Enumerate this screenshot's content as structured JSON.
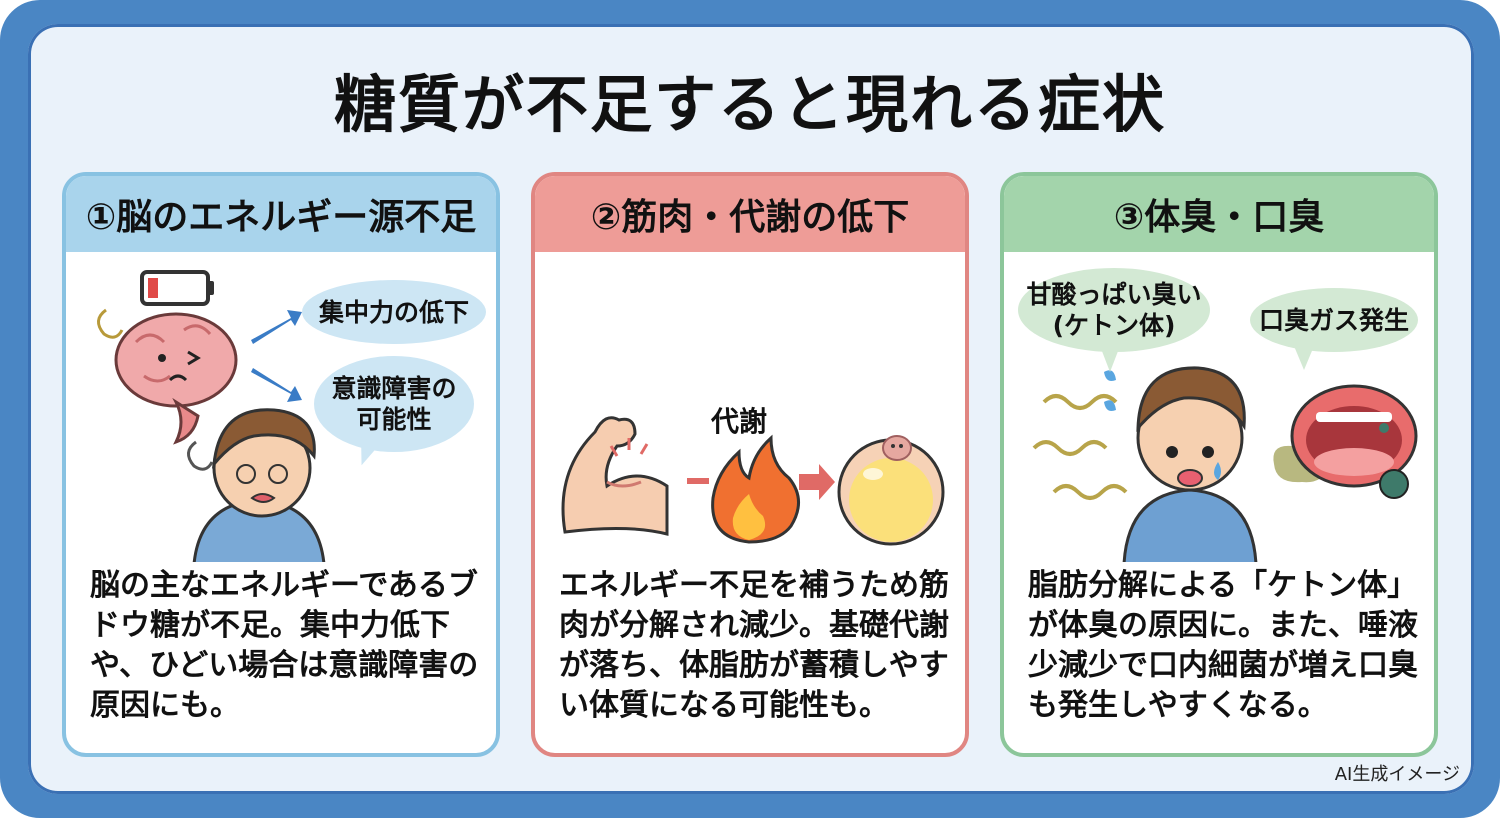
{
  "title": "糖質が不足すると現れる症状",
  "colors": {
    "frame": "#4a86c4",
    "background": "#eaf2fa",
    "card1_accent": "#a9d4ec",
    "card2_accent": "#ee9c97",
    "card3_accent": "#a3d4ab"
  },
  "cards": [
    {
      "heading": "①脳のエネルギー源不足",
      "icons": [
        "battery-low-icon",
        "brain-icon",
        "arrow-icon",
        "dizzy-boy-icon"
      ],
      "bubbles": [
        "集中力の低下",
        "意識障害の\n可能性"
      ],
      "description": "脳の主なエネルギーであるブドウ糖が不足。集中力低下や、ひどい場合は意識障害の原因にも。"
    },
    {
      "heading": "②筋肉・代謝の低下",
      "icons": [
        "muscle-arm-icon",
        "fire-icon",
        "arrow-icon",
        "fat-cell-icon"
      ],
      "label": "代謝",
      "description": "エネルギー不足を補うため筋肉が分解され減少。基礎代謝が落ち、体脂肪が蓄積しやすい体質になる可能性も。"
    },
    {
      "heading": "③体臭・口臭",
      "icons": [
        "sweating-boy-icon",
        "odor-waves-icon",
        "mouth-icon",
        "germ-icon"
      ],
      "bubbles": [
        "甘酸っぱい臭い\n(ケトン体)",
        "口臭ガス発生"
      ],
      "description": "脂肪分解による「ケトン体」が体臭の原因に。また、唾液少減少で口内細菌が増え口臭も発生しやすくなる。"
    }
  ],
  "credit": "AI生成イメージ"
}
